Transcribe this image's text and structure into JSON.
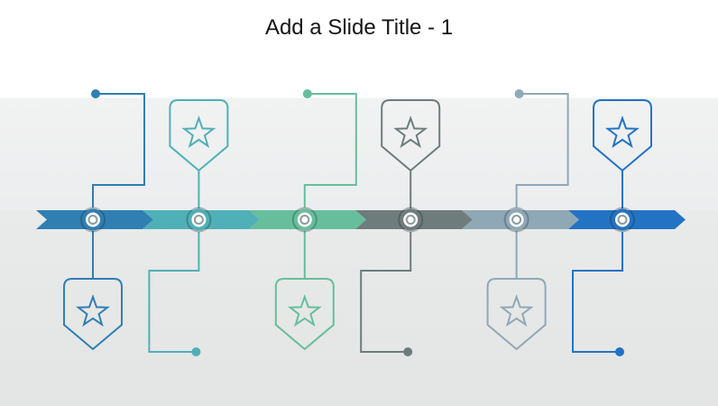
{
  "slide": {
    "title": "Add a Slide Title - 1",
    "background_top_color": "#ffffff",
    "background_bottom_color": "#e3e5e5"
  },
  "timeline": {
    "type": "process-timeline",
    "direction": "left-to-right",
    "step_count": 6,
    "node": {
      "fill": "#ffffff",
      "inner_ring_color": "#8d9b9b"
    },
    "items": [
      {
        "index": 1,
        "color": "#2F7FB3",
        "icon": "star-icon",
        "badge_position": "below",
        "connector_dot": "top"
      },
      {
        "index": 2,
        "color": "#4FB0B7",
        "icon": "star-icon",
        "badge_position": "above",
        "connector_dot": "bottom"
      },
      {
        "index": 3,
        "color": "#66BE9C",
        "icon": "star-icon",
        "badge_position": "below",
        "connector_dot": "top"
      },
      {
        "index": 4,
        "color": "#6F7C7C",
        "icon": "star-icon",
        "badge_position": "above",
        "connector_dot": "bottom"
      },
      {
        "index": 5,
        "color": "#8FA8B6",
        "icon": "star-icon",
        "badge_position": "below",
        "connector_dot": "top"
      },
      {
        "index": 6,
        "color": "#2273C4",
        "icon": "star-icon",
        "badge_position": "above",
        "connector_dot": "bottom"
      }
    ]
  }
}
